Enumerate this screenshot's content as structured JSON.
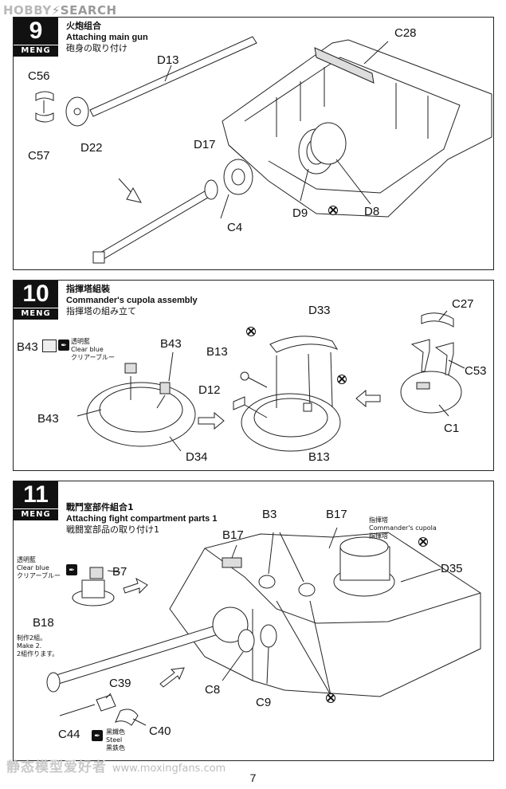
{
  "site_logo": {
    "brand": "HOBBY",
    "name": "SEARCH",
    "full": "HOBBY SEARCH"
  },
  "steps": [
    {
      "number": "9",
      "brand": "MENG",
      "title_cn": "火炮组合",
      "title_en": "Attaching main gun",
      "title_jp": "砲身の取り付け",
      "labels": {
        "C28": "C28",
        "D13": "D13",
        "C56": "C56",
        "C57": "C57",
        "D22": "D22",
        "D17": "D17",
        "C4": "C4",
        "D9": "D9",
        "D8": "D8"
      }
    },
    {
      "number": "10",
      "brand": "MENG",
      "title_cn": "指揮塔組裝",
      "title_en": "Commander's cupola assembly",
      "title_jp": "指揮塔の組み立て",
      "labels": {
        "B43a": "B43",
        "B43b": "B43",
        "B43c": "B43",
        "D33": "D33",
        "C27": "C27",
        "B13a": "B13",
        "B13b": "B13",
        "D12": "D12",
        "C53": "C53",
        "C1": "C1",
        "D34": "D34"
      },
      "color_note": {
        "cn": "透明藍",
        "en": "Clear blue",
        "jp": "クリアーブルー"
      }
    },
    {
      "number": "11",
      "brand": "MENG",
      "title_cn": "戰鬥室部件組合1",
      "title_en": "Attaching fight compartment parts 1",
      "title_jp": "戦闘室部品の取り付け1",
      "labels": {
        "B3": "B3",
        "B17a": "B17",
        "B17b": "B17",
        "D35": "D35",
        "B7": "B7",
        "B18": "B18",
        "C8": "C8",
        "C9": "C9",
        "C39": "C39",
        "C44": "C44",
        "C40": "C40"
      },
      "cupola_note": {
        "cn": "指揮塔",
        "en": "Commander's cupola",
        "jp": "指揮塔"
      },
      "color_note": {
        "cn": "透明藍",
        "en": "Clear blue",
        "jp": "クリアーブルー"
      },
      "make_note": {
        "cn": "制作2組。",
        "en": "Make 2.",
        "jp": "2組作ります。"
      },
      "steel_note": {
        "cn": "黑鐵色",
        "en": "Steel",
        "jp": "黒鉄色"
      }
    }
  ],
  "watermark": {
    "cn": "静态模型爱好者",
    "url": "www.moxingfans.com"
  },
  "page_number": "7"
}
